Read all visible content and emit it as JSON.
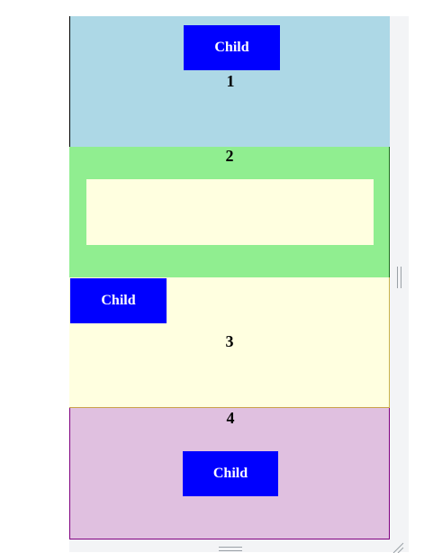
{
  "sections": [
    {
      "number": "1",
      "child_label": "Child"
    },
    {
      "number": "2"
    },
    {
      "number": "3",
      "child_label": "Child"
    },
    {
      "number": "4",
      "child_label": "Child"
    }
  ],
  "colors": {
    "section_1_bg": "#add8e6",
    "section_2_bg": "#90ee90",
    "section_3_bg": "#ffffe0",
    "section_4_bg": "#e0c0e0",
    "child_bg": "#0000ff",
    "child_text": "#ffffff"
  }
}
